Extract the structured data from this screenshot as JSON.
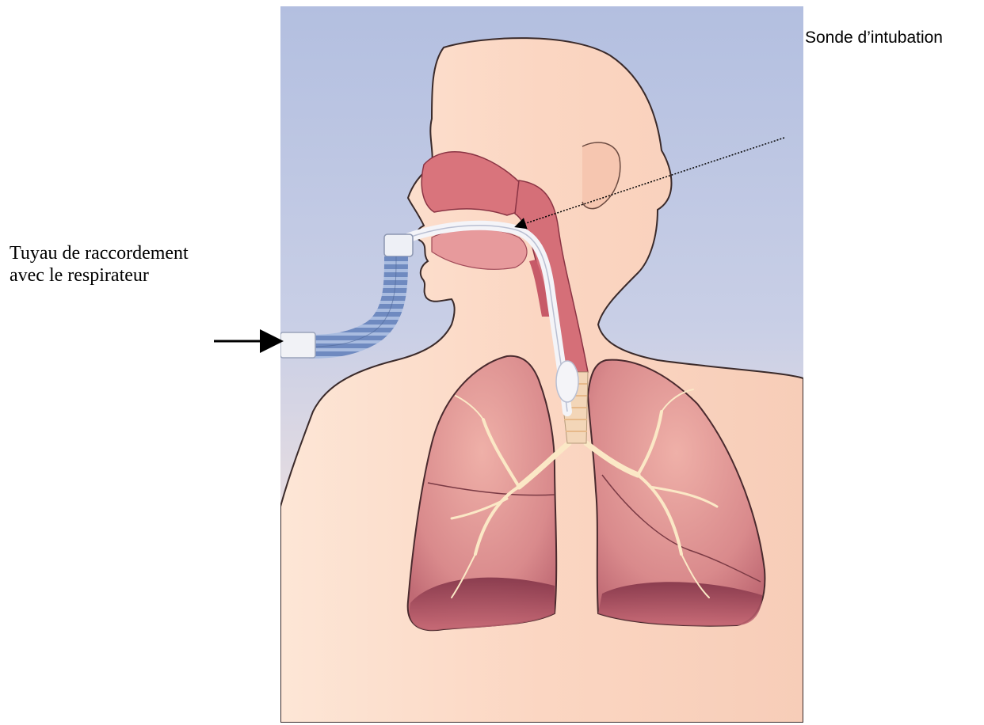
{
  "labels": {
    "intubation_tube": "Sonde d’intubation",
    "connector_line1": "Tuyau de raccordement",
    "connector_line2": "avec le respirateur"
  },
  "colors": {
    "background_top": "#b7c2e2",
    "background_bottom": "#f6ece4",
    "skin": "#fbd9c6",
    "lung": "#d98a8c",
    "lung_dark": "#9c3e52",
    "airway": "#d9707a",
    "tube": "#f2f2f6",
    "hose": "#6e89b8"
  }
}
